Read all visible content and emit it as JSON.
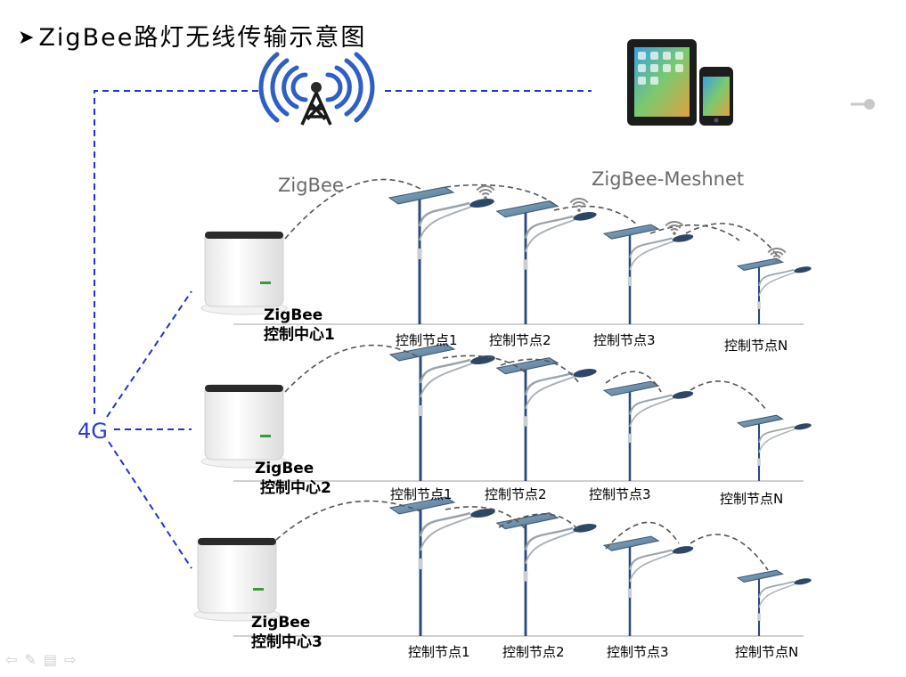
{
  "title": "ZigBee路灯无线传输示意图",
  "title_bullet": "➤",
  "links": {
    "zigbee": "ZigBee",
    "mesh": "ZigBee-Meshnet",
    "backhaul": "4G"
  },
  "centers": [
    {
      "line1": "ZigBee",
      "line2": "控制中心1"
    },
    {
      "line1": "ZigBee",
      "line2": "控制中心2"
    },
    {
      "line1": "ZigBee",
      "line2": "控制中心3"
    }
  ],
  "node_labels": [
    "控制节点1",
    "控制节点2",
    "控制节点3",
    "控制节点N"
  ],
  "icons": [
    "radio-tower-icon",
    "tablet-icon",
    "smartphone-icon",
    "zigbee-gateway-icon",
    "street-lamp-icon",
    "wifi-signal-icon"
  ],
  "colors": {
    "link_4g": "#2233cc",
    "zigbee_arc": "#555555",
    "pole": "#2c4a78",
    "panel": "#6f8fa8",
    "gateway_top": "#2a2a2a",
    "tower_wave": "#2f5fc4"
  }
}
